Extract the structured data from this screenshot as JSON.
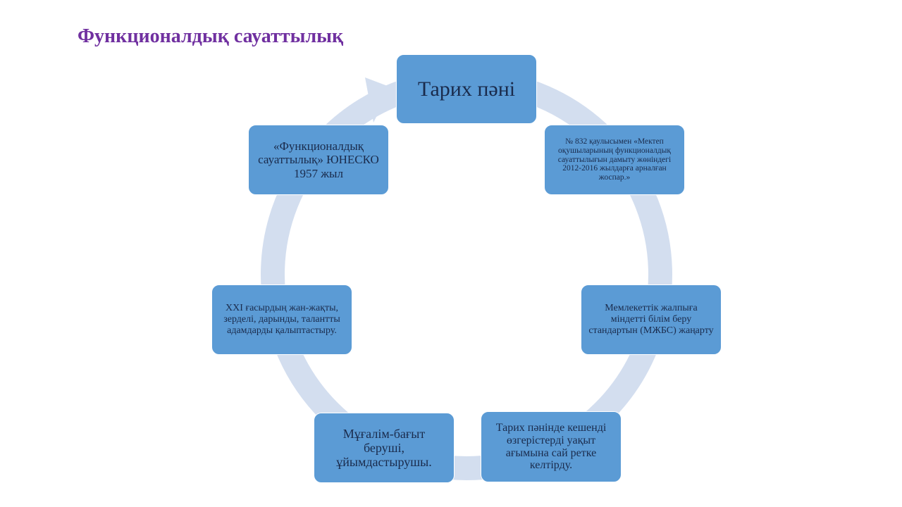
{
  "title": "Функционалдық сауаттылық",
  "diagram": {
    "type": "cycle",
    "nodes": [
      {
        "id": "node-1",
        "label": "Тарих пәні"
      },
      {
        "id": "node-2",
        "label": "№ 832 қаулысымен «Мектеп оқушыларының функционалдық сауаттылығын дамыту жөніндегі 2012-2016 жылдарға арналған жоспар.»"
      },
      {
        "id": "node-3",
        "label": "Мемлекеттік жалпыға міндетті білім беру стандартын (МЖБС) жаңарту"
      },
      {
        "id": "node-4",
        "label": "Тарих пәнінде кешенді өзгерістерді уақыт ағымына сай ретке келтірду."
      },
      {
        "id": "node-5",
        "label": "Мұғалім-бағыт беруші, ұйымдастырушы."
      },
      {
        "id": "node-6",
        "label": "XXI ғасырдың жан-жақты, зерделі, дарынды, талантты адамдарды қалыптастыру."
      },
      {
        "id": "node-7",
        "label": "«Функционалдық сауаттылық» ЮНЕСКО 1957 жыл"
      }
    ]
  },
  "colors": {
    "title": "#7030a0",
    "node_fill": "#5b9bd5",
    "node_text": "#1a2b4c",
    "ring": "#d3deef"
  }
}
